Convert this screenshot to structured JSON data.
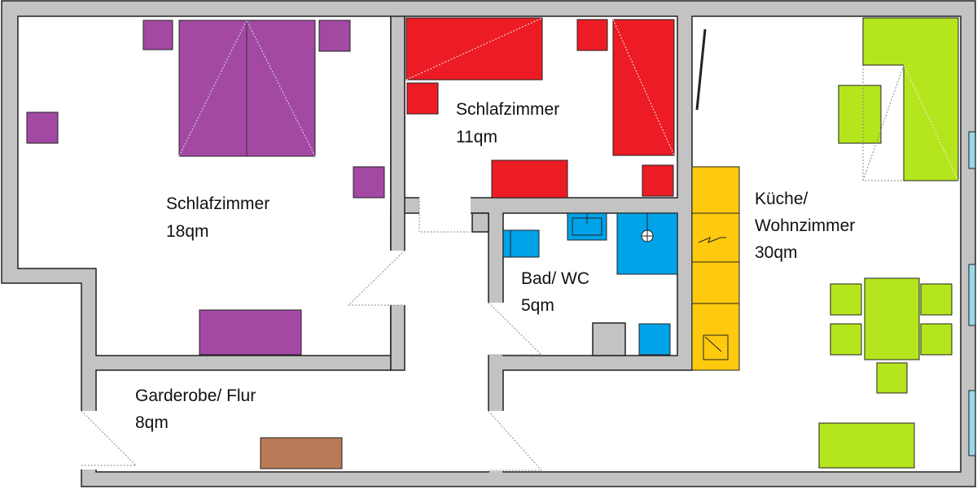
{
  "colors": {
    "wall": "#c3c3c3",
    "bedroom_large": "#a349a4",
    "bedroom_small": "#ed1c24",
    "bath": "#00a2e8",
    "stove": "#ffc90e",
    "living": "#b5e61d",
    "hall": "#b97a57",
    "window": "#99d9ea"
  },
  "rooms": {
    "bedroom_large": {
      "name": "Schlafzimmer",
      "area": "18qm"
    },
    "bedroom_small": {
      "name": "Schlafzimmer",
      "area": "11qm"
    },
    "bath": {
      "name": "Bad/ WC",
      "area": "5qm"
    },
    "living": {
      "name_line1": "Küche/",
      "name_line2": "Wohnzimmer",
      "area": "30qm"
    },
    "hall": {
      "name": "Garderobe/ Flur",
      "area": "8qm"
    }
  }
}
